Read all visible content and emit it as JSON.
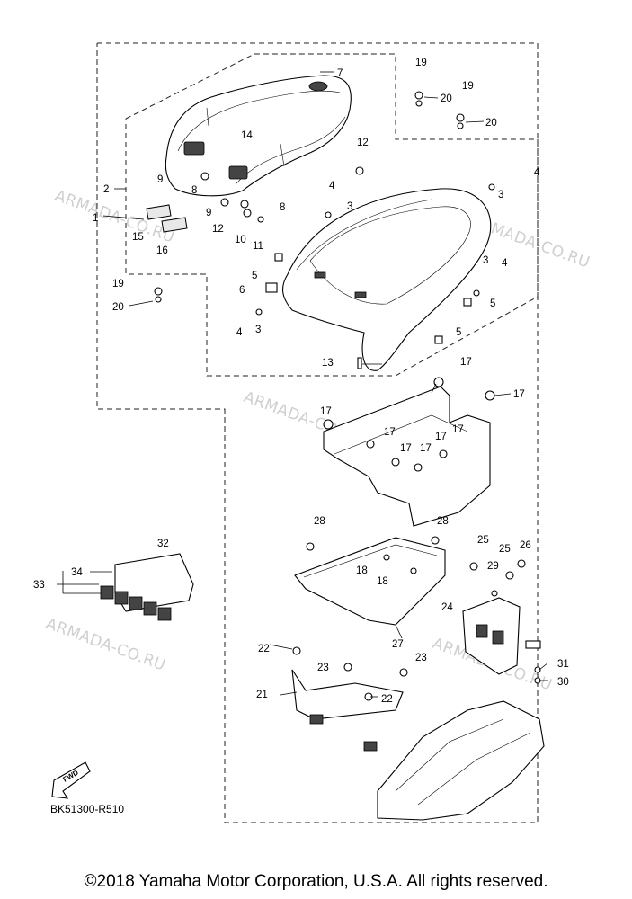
{
  "watermark": "ARMADA-CO.RU",
  "diagram_code": "BK51300-R510",
  "fwd_label": "FWD",
  "copyright": "©2018 Yamaha Motor Corporation, U.S.A. All rights reserved.",
  "callouts": {
    "c1": "1",
    "c2": "2",
    "c3a": "3",
    "c3b": "3",
    "c3c": "3",
    "c3d": "3",
    "c4a": "4",
    "c4b": "4",
    "c4c": "4",
    "c4d": "4",
    "c5a": "5",
    "c5b": "5",
    "c5c": "5",
    "c6": "6",
    "c7": "7",
    "c8a": "8",
    "c8b": "8",
    "c9a": "9",
    "c9b": "9",
    "c10": "10",
    "c11": "11",
    "c12a": "12",
    "c12b": "12",
    "c13": "13",
    "c14": "14",
    "c15": "15",
    "c16": "16",
    "c17a": "17",
    "c17b": "17",
    "c17c": "17",
    "c17d": "17",
    "c17e": "17",
    "c17f": "17",
    "c17g": "17",
    "c17h": "17",
    "c18a": "18",
    "c18b": "18",
    "c19a": "19",
    "c19b": "19",
    "c19c": "19",
    "c20a": "20",
    "c20b": "20",
    "c20c": "20",
    "c21": "21",
    "c22a": "22",
    "c22b": "22",
    "c23a": "23",
    "c23b": "23",
    "c24": "24",
    "c25a": "25",
    "c25b": "25",
    "c26": "26",
    "c27": "27",
    "c28a": "28",
    "c28b": "28",
    "c29": "29",
    "c30": "30",
    "c31": "31",
    "c32": "32",
    "c33": "33",
    "c34": "34"
  }
}
